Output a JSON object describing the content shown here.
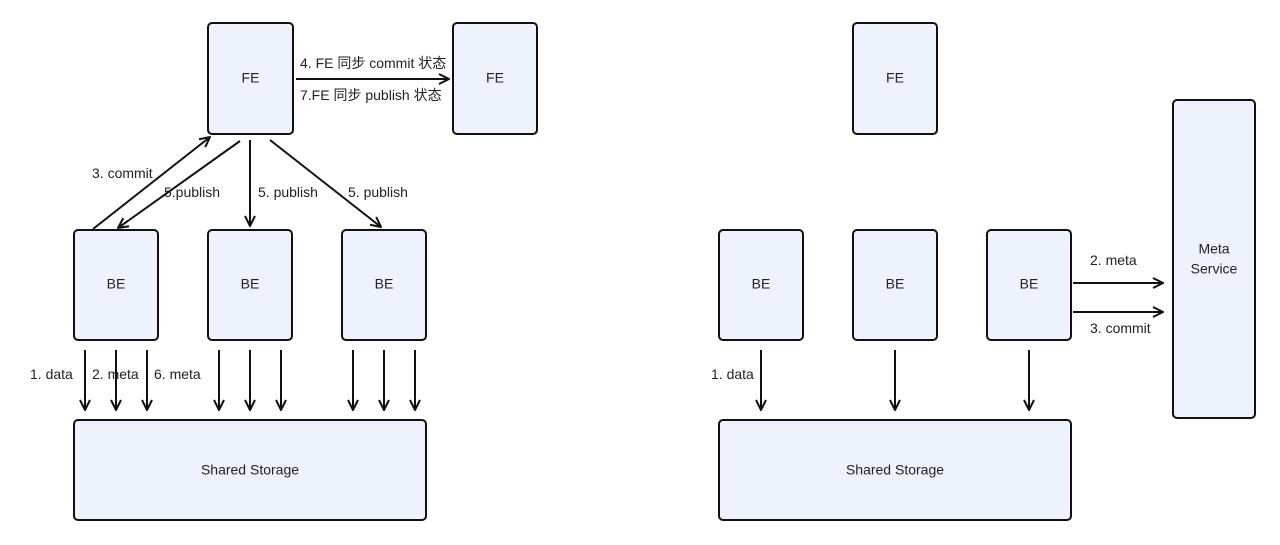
{
  "left": {
    "nodes": {
      "fe_main": "FE",
      "fe_peer": "FE",
      "be1": "BE",
      "be2": "BE",
      "be3": "BE",
      "storage": "Shared Storage"
    },
    "edges": {
      "sync_commit": "4. FE 同步 commit 状态",
      "sync_publish": "7.FE 同步 publish 状态",
      "commit": "3. commit",
      "publish1": "5.publish",
      "publish2": "5. publish",
      "publish3": "5. publish",
      "data": "1. data",
      "meta": "2. meta",
      "meta6": "6. meta"
    }
  },
  "right": {
    "nodes": {
      "fe": "FE",
      "be1": "BE",
      "be2": "BE",
      "be3": "BE",
      "storage": "Shared Storage",
      "meta_service_line1": "Meta",
      "meta_service_line2": "Service"
    },
    "edges": {
      "data": "1. data",
      "meta": "2. meta",
      "commit": "3. commit"
    }
  }
}
